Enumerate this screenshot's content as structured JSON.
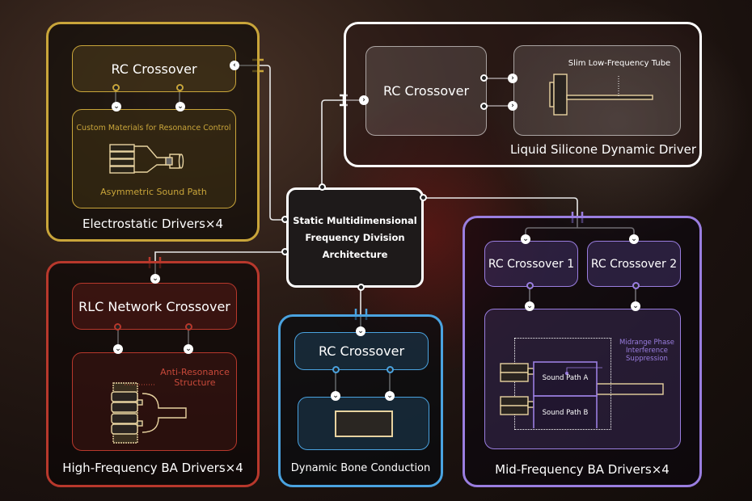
{
  "center": {
    "title_lines": [
      "Static Multidimensional",
      "Frequency Division",
      "Architecture"
    ]
  },
  "groups": {
    "electrostatic": {
      "title": "Electrostatic Drivers×4",
      "color": "#c9a53a",
      "crossover": "RC Crossover",
      "annotation_top": "Custom Materials for Resonance Control",
      "annotation_bottom": "Asymmetric Sound Path"
    },
    "liquid_silicone": {
      "title": "Liquid Silicone Dynamic Driver",
      "color": "#ffffff",
      "crossover": "RC Crossover",
      "annotation": "Slim Low-Frequency Tube"
    },
    "high_frequency": {
      "title": "High-Frequency BA Drivers×4",
      "color": "#b8382c",
      "crossover": "RLC Network Crossover",
      "annotation_lines": [
        "Anti-Resonance",
        "Structure"
      ]
    },
    "bone_conduction": {
      "title": "Dynamic Bone Conduction",
      "color": "#4aa3e0",
      "crossover": "RC Crossover"
    },
    "mid_frequency": {
      "title": "Mid-Frequency BA Drivers×4",
      "color": "#9a7ee0",
      "crossover_1": "RC Crossover 1",
      "crossover_2": "RC Crossover 2",
      "annotation_lines": [
        "Midrange Phase",
        "Interference",
        "Suppression"
      ],
      "path_a": "Sound Path A",
      "path_b": "Sound Path B"
    }
  }
}
